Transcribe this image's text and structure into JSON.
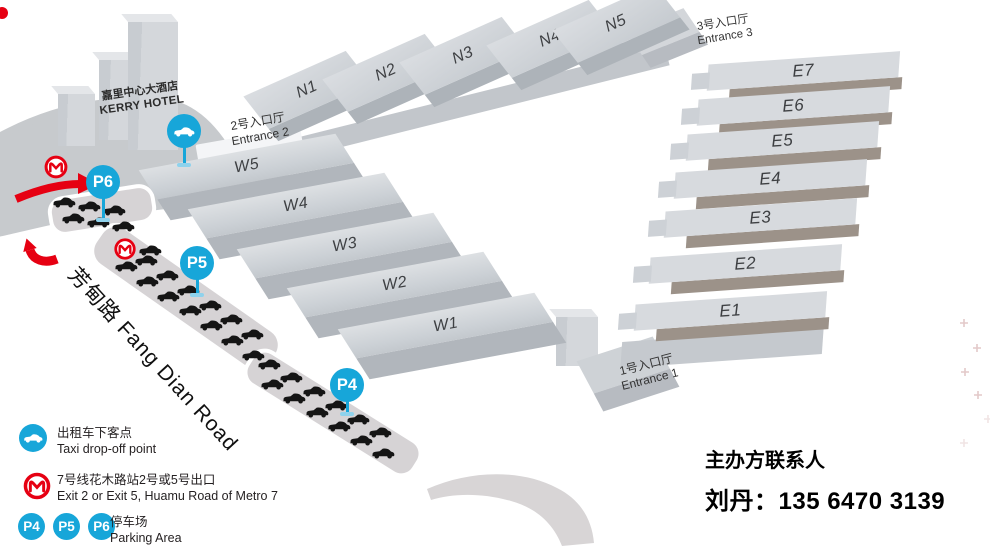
{
  "map": {
    "hotel": {
      "name_cn": "嘉里中心大酒店",
      "name_en": "KERRY HOTEL"
    },
    "entrances": {
      "e1": {
        "cn": "1号入口厅",
        "en": "Entrance 1"
      },
      "e2": {
        "cn": "2号入口厅",
        "en": "Entrance 2"
      },
      "e3": {
        "cn": "3号入口厅",
        "en": "Entrance 3"
      }
    },
    "halls": {
      "n": [
        "N1",
        "N2",
        "N3",
        "N4",
        "N5"
      ],
      "w": [
        "W5",
        "W4",
        "W3",
        "W2",
        "W1"
      ],
      "e": [
        "E7",
        "E6",
        "E5",
        "E4",
        "E3",
        "E2",
        "E1"
      ]
    },
    "road_label": "芳甸路 Fang Dian Road",
    "pins": {
      "p4": "P4",
      "p5": "P5",
      "p6": "P6"
    }
  },
  "legend": {
    "taxi": {
      "cn": "出租车下客点",
      "en": "Taxi drop-off point"
    },
    "metro": {
      "cn": "7号线花木路站2号或5号出口",
      "en": "Exit 2 or Exit 5, Huamu Road of Metro 7"
    },
    "parking": {
      "badges": [
        "P4",
        "P5",
        "P6"
      ],
      "cn": "停车场",
      "en": "Parking Area"
    }
  },
  "contact": {
    "title": "主办方联系人",
    "phone_line": "刘丹：135 6470 3139"
  },
  "colors": {
    "pin_blue": "#17a6d9",
    "metro_red": "#e60012",
    "hall_gray": "#ccd1d6"
  }
}
